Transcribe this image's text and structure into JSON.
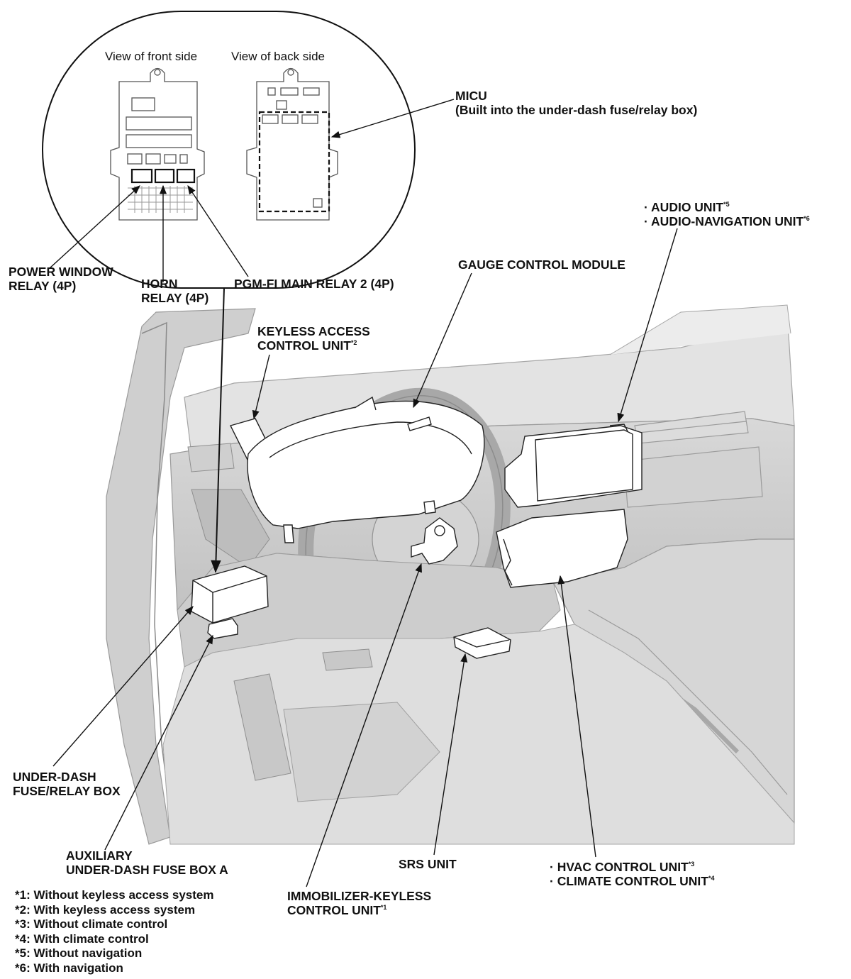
{
  "inset": {
    "front_view": "View of front side",
    "back_view": "View of back side"
  },
  "labels": {
    "micu_1": "MICU",
    "micu_2": "(Built into the under-dash fuse/relay box)",
    "audio_1": "AUDIO UNIT",
    "audio_1_sup": "*5",
    "audio_2": "AUDIO-NAVIGATION UNIT",
    "audio_2_sup": "*6",
    "gauge": "GAUGE CONTROL MODULE",
    "power_window_1": "POWER WINDOW",
    "power_window_2": "RELAY (4P)",
    "horn_1": "HORN",
    "horn_2": "RELAY (4P)",
    "pgmfi": "PGM-FI MAIN RELAY 2 (4P)",
    "keyless_1": "KEYLESS ACCESS",
    "keyless_2": "CONTROL UNIT",
    "keyless_sup": "*2",
    "underdash_1": "UNDER-DASH",
    "underdash_2": "FUSE/RELAY BOX",
    "aux_1": "AUXILIARY",
    "aux_2": "UNDER-DASH FUSE BOX A",
    "srs": "SRS UNIT",
    "immob_1": "IMMOBILIZER-KEYLESS",
    "immob_2": "CONTROL UNIT",
    "immob_sup": "*1",
    "hvac": "HVAC CONTROL UNIT",
    "hvac_sup": "*3",
    "climate": "CLIMATE CONTROL UNIT",
    "climate_sup": "*4"
  },
  "footnotes": [
    "*1: Without keyless access system",
    "*2: With keyless access system",
    "*3: Without climate control",
    "*4: With climate control",
    "*5: Without navigation",
    "*6: With navigation"
  ]
}
